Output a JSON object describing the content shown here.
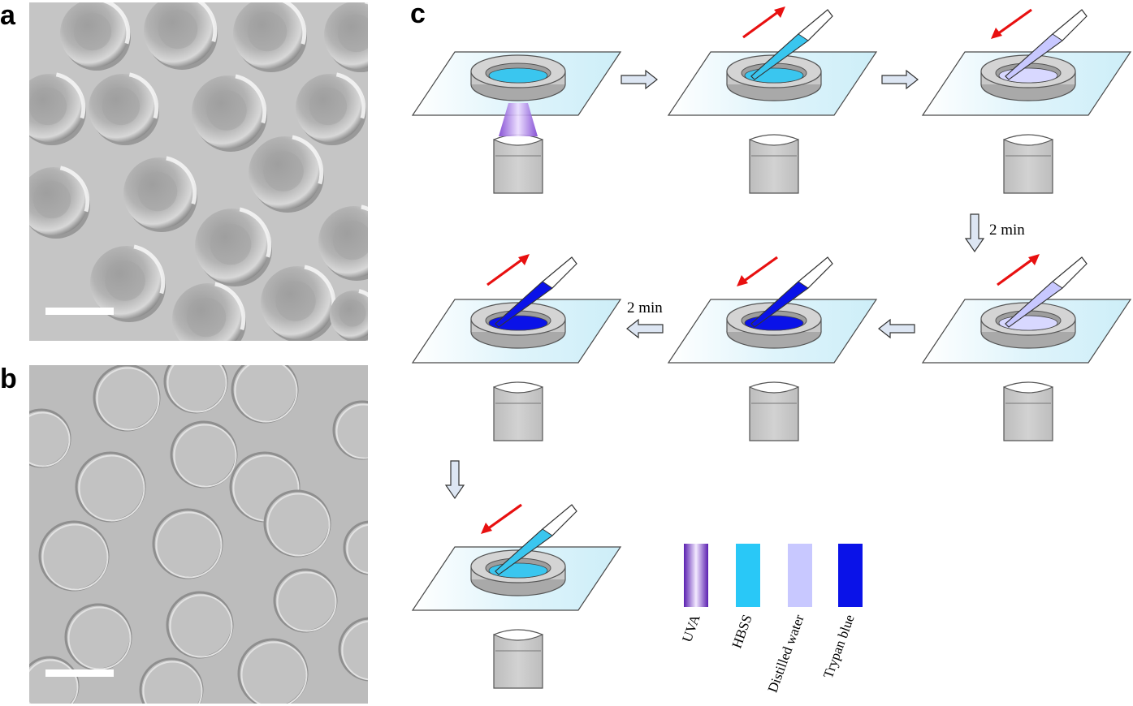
{
  "panels": {
    "a": {
      "label": "a"
    },
    "b": {
      "label": "b"
    },
    "c": {
      "label": "c"
    }
  },
  "annotations": {
    "time_step_1": "2 min",
    "time_step_2": "2 min"
  },
  "legend": [
    {
      "name": "UVA",
      "color": "#7a2fd0"
    },
    {
      "name": "HBSS",
      "color": "#29c8f7"
    },
    {
      "name": "Distilled water",
      "color": "#c8c8ff"
    },
    {
      "name": "Trypan blue",
      "color": "#0a12e8"
    }
  ],
  "colors": {
    "arrow_red": "#e81010",
    "flow_arrow_fill": "#dde6f3",
    "slide_fill": "#dff4fb",
    "ring_fill": "#c9c9c9",
    "objective_fill": "#cbcbcb"
  }
}
